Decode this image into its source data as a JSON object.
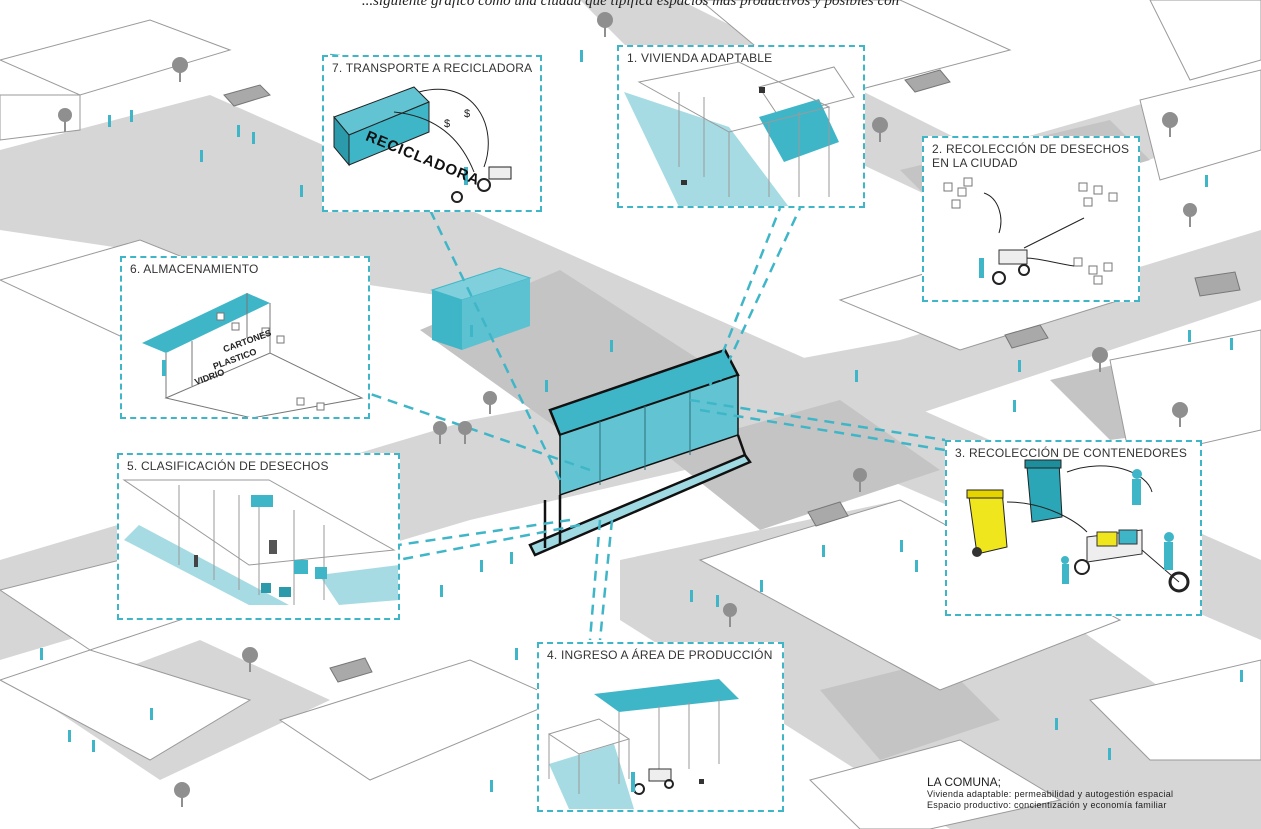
{
  "caption": "...siguiente gráfico como una ciudad que tipifica espacios más productivos y posibles con",
  "panels": {
    "p1": "1. VIVIENDA ADAPTABLE",
    "p2a": "2. RECOLECCIÓN DE DESECHOS",
    "p2b": "EN LA CIUDAD",
    "p3": "3. RECOLECCIÓN DE CONTENEDORES",
    "p4": "4. INGRESO A ÁREA DE PRODUCCIÓN",
    "p5": "5. CLASIFICACIÓN DE DESECHOS",
    "p6": "6. ALMACENAMIENTO",
    "p7": "7. TRANSPORTE A RECICLADORA"
  },
  "labels": {
    "recicladora": "RECICLADORA",
    "cartones": "CARTONES",
    "plastico": "PLASTICO",
    "vidrio": "VIDRIO"
  },
  "legend": {
    "title": "LA COMUNA;",
    "line1": "Vivienda adaptable: permeabilidad y autogestión espacial",
    "line2": "Espacio productivo: concientización y economía familiar"
  },
  "colors": {
    "accent": "#3fb6c8",
    "street": "#d9d9d9",
    "shadow": "#c7c7c7",
    "building": "#ffffff",
    "yellow_bin": "#f0e61e",
    "teal_bin": "#2aa6b6"
  }
}
